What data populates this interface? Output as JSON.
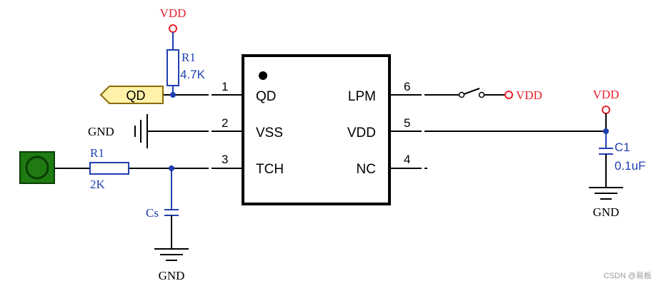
{
  "colors": {
    "wire": "#000000",
    "power": "#e8202a",
    "component": "#1f3fb0",
    "junction": "#1f3fb0",
    "port_fill": "#fff2a8",
    "port_stroke": "#8a6a00",
    "pad_fill": "#1f7a12",
    "pad_ring": "#0a3d05",
    "watermark": "#9a9a9a"
  },
  "ic": {
    "pins_left": [
      {
        "num": "1",
        "name": "QD"
      },
      {
        "num": "2",
        "name": "VSS"
      },
      {
        "num": "3",
        "name": "TCH"
      }
    ],
    "pins_right": [
      {
        "num": "6",
        "name": "LPM"
      },
      {
        "num": "5",
        "name": "VDD"
      },
      {
        "num": "4",
        "name": "NC"
      }
    ]
  },
  "components": {
    "r_pullup": {
      "ref": "R1",
      "value": "4.7K"
    },
    "r_touch": {
      "ref": "R1",
      "value": "2K"
    },
    "cs": {
      "ref": "Cs"
    },
    "c1": {
      "ref": "C1",
      "value": "0.1uF"
    }
  },
  "net_labels": {
    "qd_port": "QD",
    "vdd_top": "VDD",
    "vdd_lpm": "VDD",
    "vdd_c1": "VDD",
    "gnd_vss": "GND",
    "gnd_cs": "GND",
    "gnd_c1": "GND"
  },
  "watermark": "CSDN @易板"
}
